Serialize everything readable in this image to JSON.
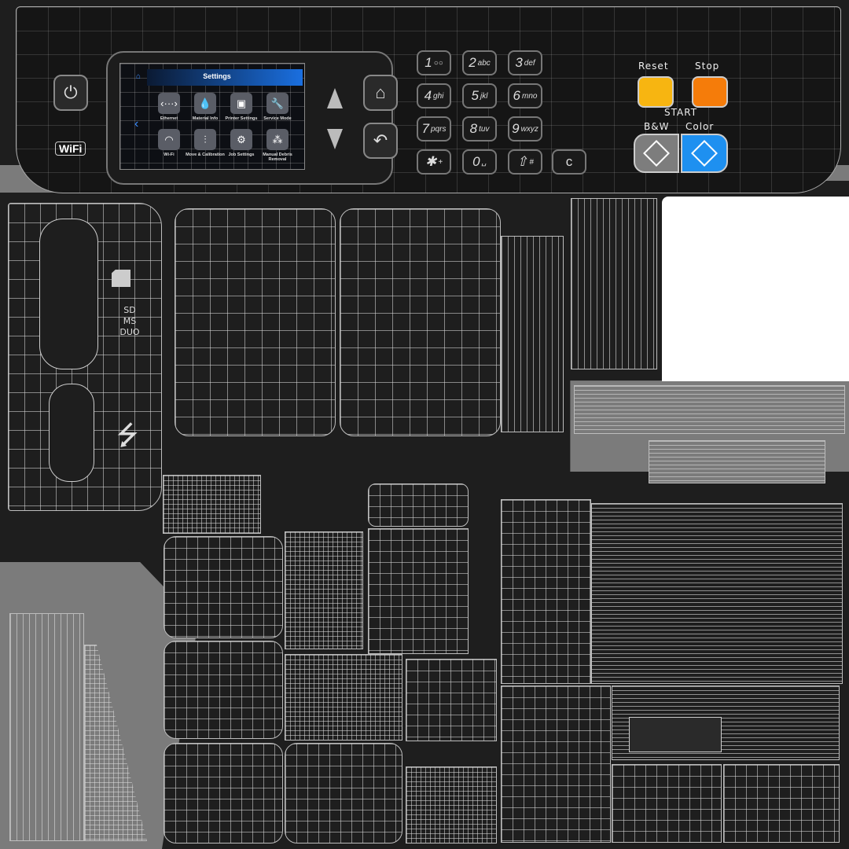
{
  "screen": {
    "title": "Settings",
    "icons": [
      {
        "label": "Ethernet",
        "icon": "ethernet-icon",
        "glyph": "‹···›"
      },
      {
        "label": "Material Info",
        "icon": "droplet-icon",
        "glyph": "💧"
      },
      {
        "label": "Printer Settings",
        "icon": "printer-icon",
        "glyph": "▣"
      },
      {
        "label": "Service Mode",
        "icon": "wrench-icon",
        "glyph": "🔧"
      },
      {
        "label": "Wi-Fi",
        "icon": "wifi-icon",
        "glyph": "◠"
      },
      {
        "label": "Move & Calibration",
        "icon": "sliders-icon",
        "glyph": "⫶"
      },
      {
        "label": "Job Settings",
        "icon": "gear-icon",
        "glyph": "⚙"
      },
      {
        "label": "Manual Debris Removal",
        "icon": "debris-icon",
        "glyph": "⁂"
      }
    ],
    "accent": "#1a6fe0"
  },
  "keypad": [
    {
      "num": "1",
      "sub": "○○"
    },
    {
      "num": "2",
      "sub": "abc"
    },
    {
      "num": "3",
      "sub": "def"
    },
    {
      "num": "4",
      "sub": "ghi"
    },
    {
      "num": "5",
      "sub": "jkl"
    },
    {
      "num": "6",
      "sub": "mno"
    },
    {
      "num": "7",
      "sub": "pqrs"
    },
    {
      "num": "8",
      "sub": "tuv"
    },
    {
      "num": "9",
      "sub": "wxyz"
    },
    {
      "num": "✱",
      "sub": "+"
    },
    {
      "num": "0",
      "sub": "␣"
    },
    {
      "num": "⇧",
      "sub": "#"
    }
  ],
  "clear_key": "c",
  "controls": {
    "reset": "Reset",
    "stop": "Stop",
    "start": "START",
    "bw": "B&W",
    "color": "Color",
    "reset_color": "#f7b511",
    "stop_color": "#f57c0a",
    "color_start": "#1e90f0"
  },
  "wifi_logo": "WiFi",
  "card_slot": {
    "lines": [
      "SD",
      "MS",
      "DUO"
    ]
  }
}
